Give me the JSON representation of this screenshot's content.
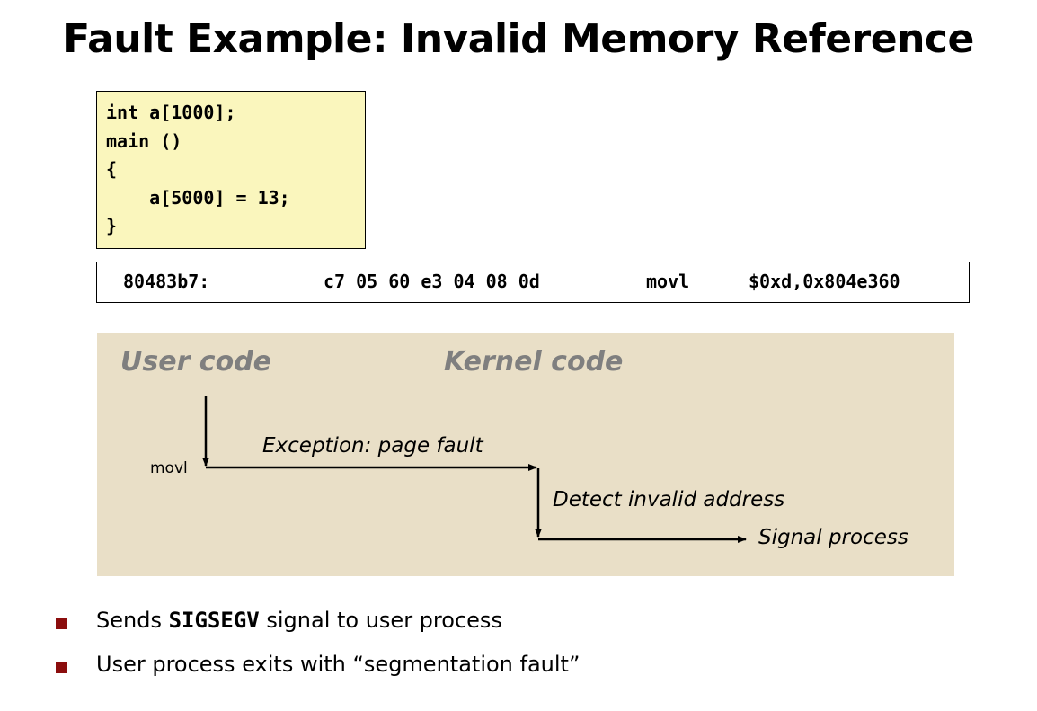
{
  "slide": {
    "title": "Fault Example: Invalid Memory Reference"
  },
  "code_block": {
    "lines": [
      "int a[1000];",
      "main ()",
      "{",
      "    a[5000] = 13;",
      "}"
    ]
  },
  "assembly": {
    "address": "80483b7:",
    "bytes": "c7 05 60 e3 04 08 0d",
    "mnemonic": "movl",
    "operands": "$0xd,0x804e360"
  },
  "diagram": {
    "user_lane_label": "User code",
    "kernel_lane_label": "Kernel code",
    "instruction_label": "movl",
    "steps": [
      "Exception: page fault",
      "Detect invalid address",
      "Signal process"
    ]
  },
  "bullets": [
    {
      "prefix": "Sends ",
      "code": "SIGSEGV",
      "suffix": " signal to user process"
    },
    {
      "prefix": "User process exits with “segmentation fault”",
      "code": "",
      "suffix": ""
    }
  ],
  "colors": {
    "code_background": "#faf6bd",
    "diagram_background": "#e9dfc7",
    "lane_label": "#7f7f7f",
    "bullet": "#8b0d0d"
  }
}
